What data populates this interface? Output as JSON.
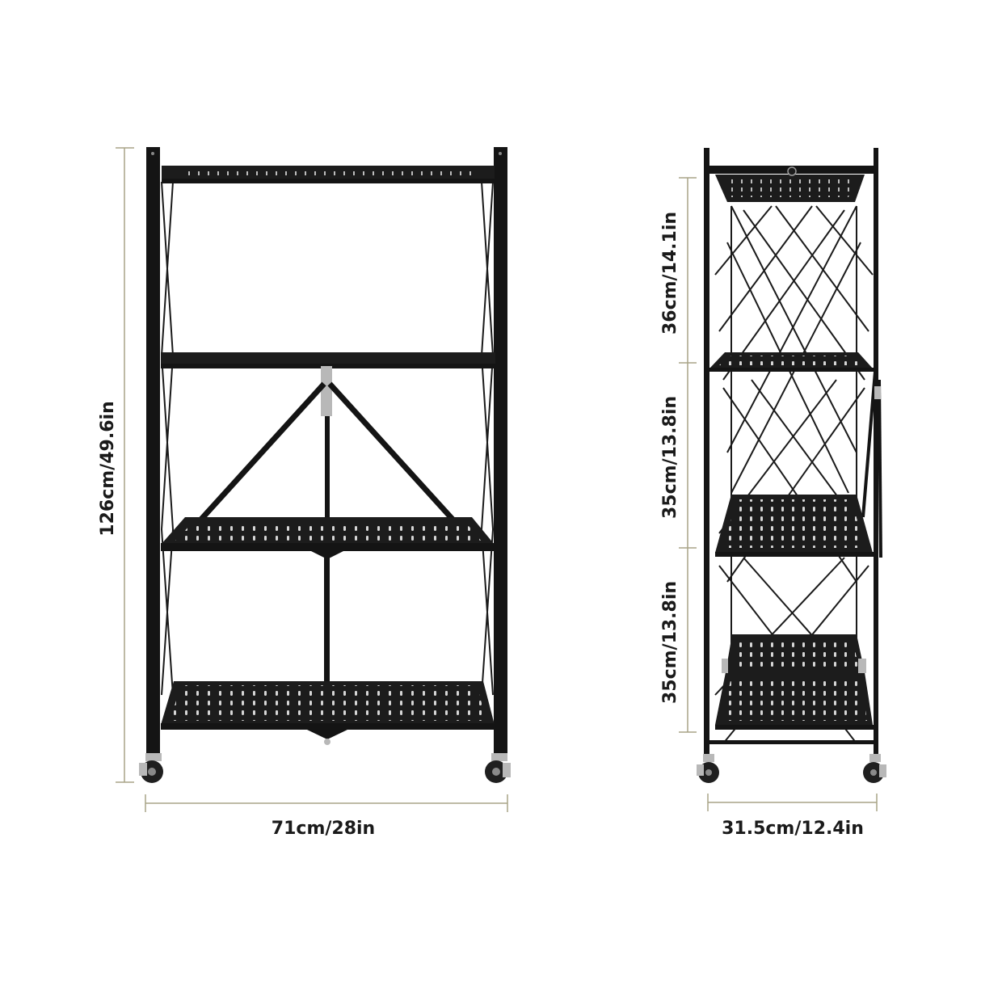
{
  "dimensions": {
    "front_height": "126cm/49.6in",
    "front_width": "71cm/28in",
    "side_tier1": "36cm/14.1in",
    "side_tier2": "35cm/13.8in",
    "side_tier3": "35cm/13.8in",
    "side_width": "31.5cm/12.4in"
  },
  "colors": {
    "frame": "#141414",
    "dimension_line": "#a9a487",
    "text": "#1a1a1a",
    "background": "#ffffff"
  }
}
